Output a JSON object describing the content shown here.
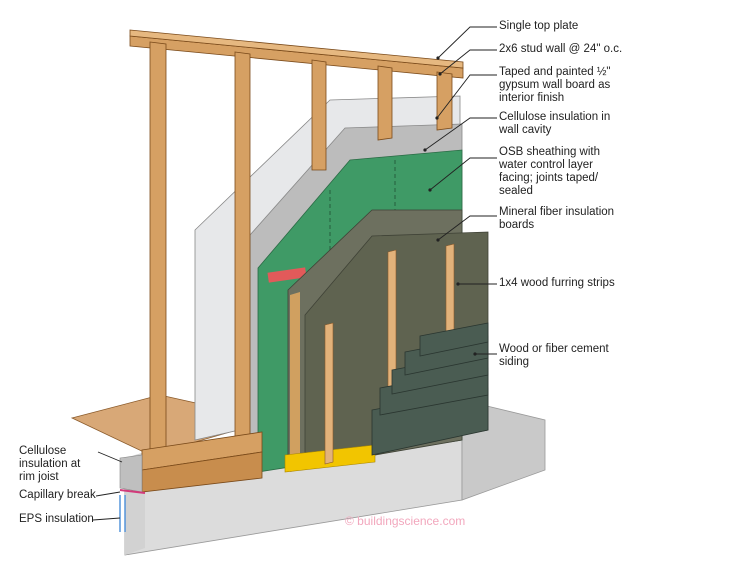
{
  "labels": {
    "top_plate": "Single top plate",
    "stud_wall": "2x6 stud wall @ 24\" o.c.",
    "gypsum": "Taped and painted ½\"\ngypsum wall board as\ninterior finish",
    "cellulose_cavity": "Cellulose insulation in\nwall cavity",
    "osb": "OSB sheathing with\nwater control layer\nfacing; joints taped/\nsealed",
    "mineral_fiber": "Mineral fiber insulation\nboards",
    "furring": "1x4 wood furring strips",
    "siding": "Wood or fiber cement\nsiding",
    "cellulose_rim": "Cellulose\ninsulation at\nrim joist",
    "capillary": "Capillary break",
    "eps": "EPS insulation"
  },
  "watermark": "© buildingscience.com",
  "colors": {
    "wood": "#d6a063",
    "wood_dark": "#a4692f",
    "gypsum": "#e5e6e8",
    "cellulose": "#bcbcbc",
    "osb": "#3f9a66",
    "mineral": "#6b6e5c",
    "siding": "#4a5c52",
    "concrete": "#dedede",
    "leader": "#222222"
  }
}
